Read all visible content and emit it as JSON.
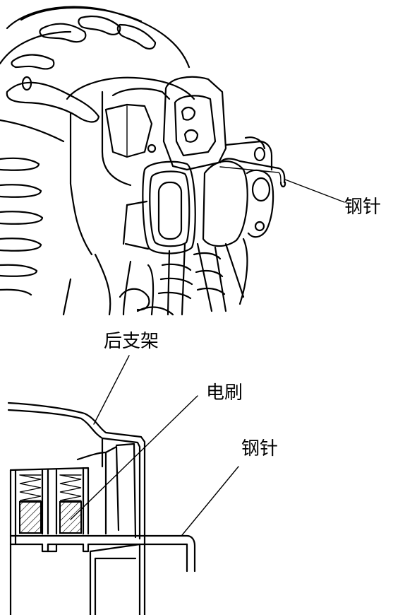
{
  "labels": {
    "steel_pin_top": "钢针",
    "rear_bracket": "后支架",
    "brush": "电刷",
    "steel_pin_bottom": "钢针"
  }
}
